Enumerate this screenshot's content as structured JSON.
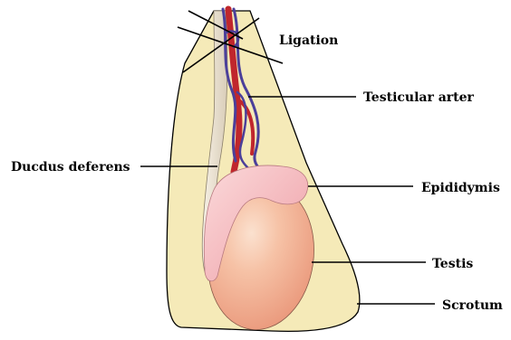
{
  "diagram": {
    "labels": {
      "ligation": "Ligation",
      "testicular_artery": "Testicular arter",
      "ductus_deferens": "Ducdus deferens",
      "epididymis": "Epididymis",
      "testis": "Testis",
      "scrotum": "Scrotum"
    }
  },
  "colors": {
    "scrotum_fill": "#f5eab8",
    "testis_fill": "#f2aa90",
    "epididymis_fill": "#f4b9bd",
    "artery_red": "#c0272d",
    "vein_blue": "#4b3f9a",
    "duct_fill": "#efe6d8",
    "outline": "#000000"
  }
}
